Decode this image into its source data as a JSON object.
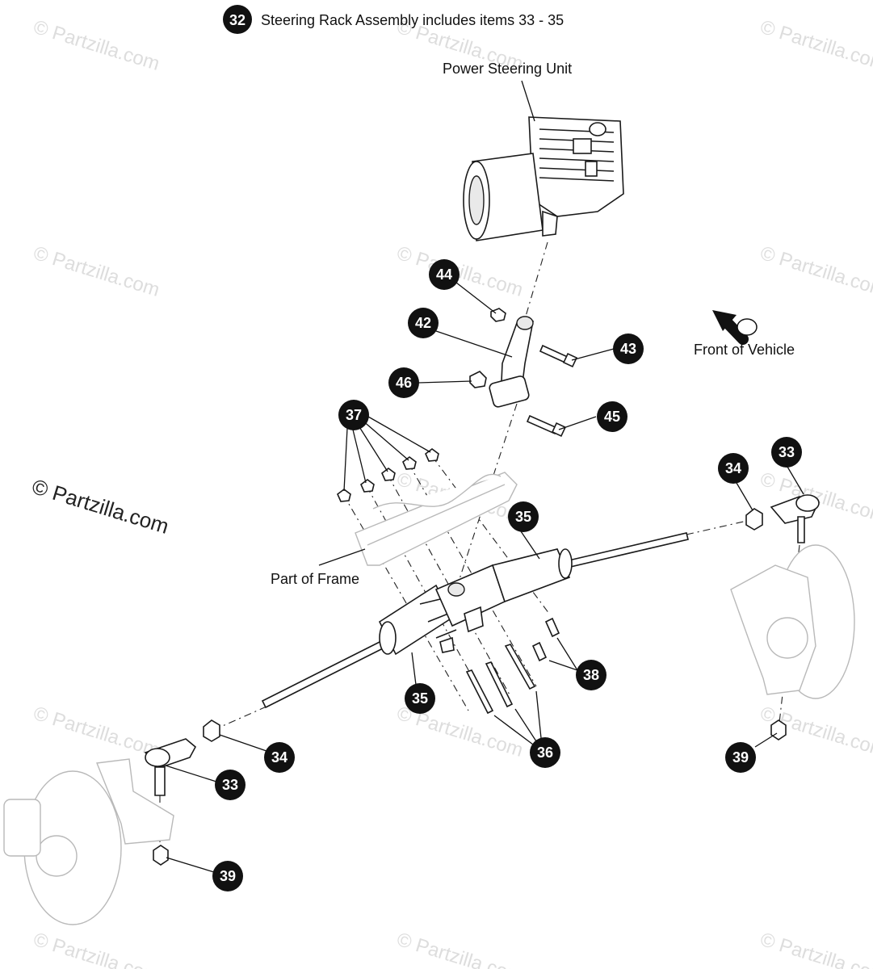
{
  "title": "Steering Rack Assembly includes items 33 - 35",
  "title_callout": "32",
  "labels": {
    "power_steering_unit": "Power Steering Unit",
    "front_of_vehicle": "Front of Vehicle",
    "part_of_frame": "Part of Frame"
  },
  "watermark": "© Partzilla.com",
  "callouts": [
    "44",
    "42",
    "43",
    "46",
    "45",
    "37",
    "34",
    "33",
    "35",
    "35",
    "38",
    "34",
    "33",
    "36",
    "39",
    "39"
  ]
}
